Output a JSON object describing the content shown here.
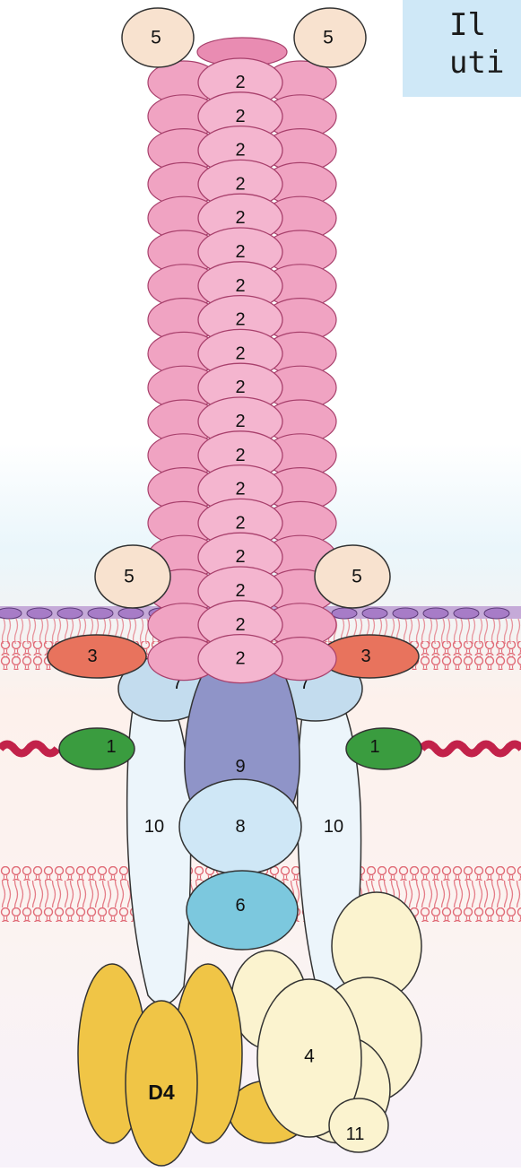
{
  "note": {
    "line1": "Il",
    "line2": "uti"
  },
  "labels": {
    "ring": "2",
    "cap": "5",
    "p3": "3",
    "p7": "7",
    "p1": "1",
    "p9": "9",
    "p10": "10",
    "p8": "8",
    "p6": "6",
    "d4": "D4",
    "p4": "4",
    "p11": "11"
  },
  "colors": {
    "ring": "#f0a3c2",
    "ring_stroke": "#a8406c",
    "cap": "#f8e2cf",
    "p3": "#e8735d",
    "p1": "#3a9c3f",
    "p7": "#c3dcee",
    "p9": "#8f94c8",
    "p10": "#ecf5fb",
    "p8": "#cfe7f6",
    "p6": "#7cc8de",
    "d4": "#f0c546",
    "p4": "#fbf3cf",
    "membrane_head": "#e9838a",
    "outer_head": "#a77cc7",
    "chain": "#c2224a"
  }
}
